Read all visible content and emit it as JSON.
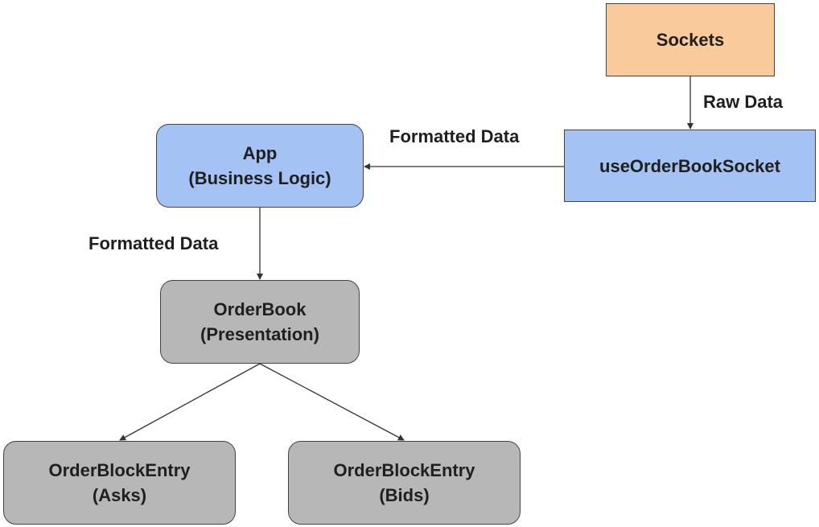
{
  "diagram": {
    "nodes": {
      "sockets": {
        "lines": [
          "Sockets"
        ],
        "fill": "#f9cb9c"
      },
      "socket_hook": {
        "lines": [
          "useOrderBookSocket"
        ],
        "fill": "#a4c2f4"
      },
      "app": {
        "lines": [
          "App",
          "(Business Logic)"
        ],
        "fill": "#a4c2f4"
      },
      "orderbook": {
        "lines": [
          "OrderBook",
          "(Presentation)"
        ],
        "fill": "#b7b7b7"
      },
      "asks": {
        "lines": [
          "OrderBlockEntry",
          "(Asks)"
        ],
        "fill": "#b7b7b7"
      },
      "bids": {
        "lines": [
          "OrderBlockEntry",
          "(Bids)"
        ],
        "fill": "#b7b7b7"
      }
    },
    "edges": [
      {
        "from": "sockets",
        "to": "socket_hook",
        "label": "Raw Data"
      },
      {
        "from": "socket_hook",
        "to": "app",
        "label": "Formatted Data"
      },
      {
        "from": "app",
        "to": "orderbook",
        "label": "Formatted Data"
      },
      {
        "from": "orderbook",
        "to": "asks",
        "label": ""
      },
      {
        "from": "orderbook",
        "to": "bids",
        "label": ""
      }
    ]
  }
}
